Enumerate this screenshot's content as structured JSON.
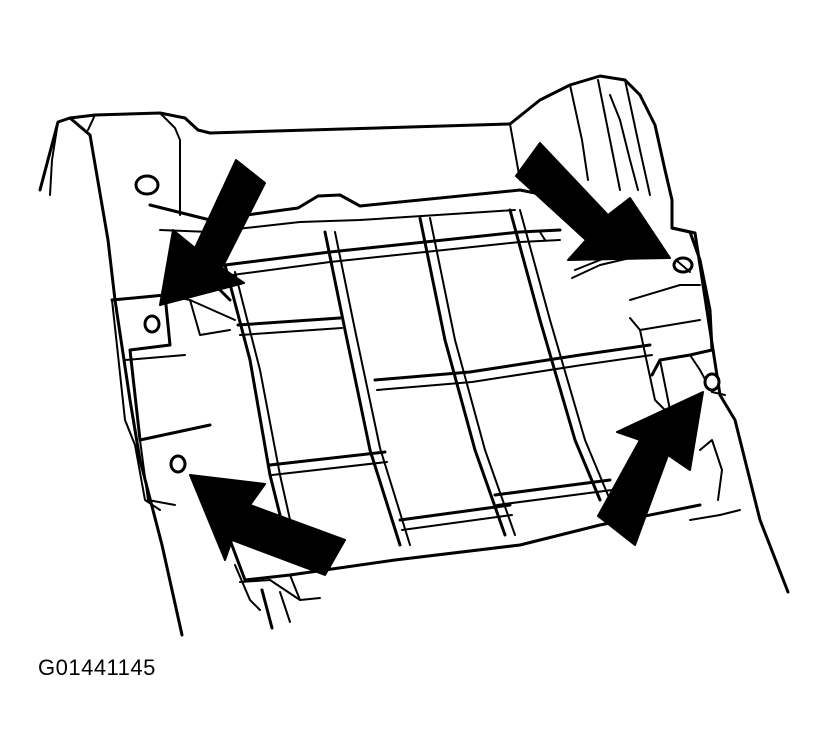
{
  "figure": {
    "id": "G01441145"
  },
  "callouts": [
    {
      "name": "arrow-upper-left",
      "target": "mounting-hole-upper-left"
    },
    {
      "name": "arrow-lower-left",
      "target": "mounting-hole-lower-left"
    },
    {
      "name": "arrow-upper-right",
      "target": "mounting-bolt-upper-right"
    },
    {
      "name": "arrow-lower-right",
      "target": "mounting-bolt-lower-right"
    }
  ]
}
